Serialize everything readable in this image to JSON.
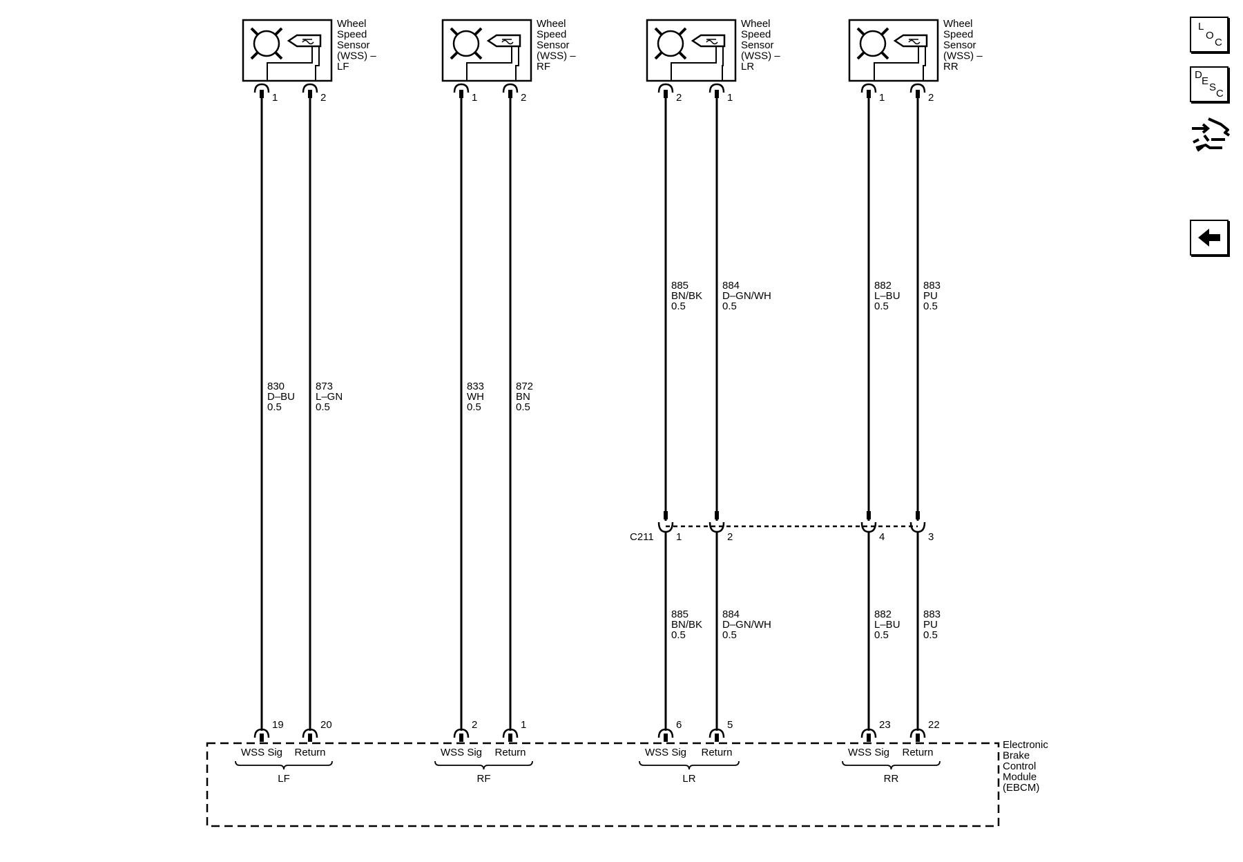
{
  "sensors": [
    {
      "id": "lf",
      "name": [
        "Wheel",
        "Speed",
        "Sensor",
        "(WSS) –",
        "LF"
      ],
      "wires": [
        {
          "pin": "1",
          "number": "830",
          "color": "D–BU",
          "gauge": "0.5",
          "ebcm_pin": "19"
        },
        {
          "pin": "2",
          "number": "873",
          "color": "L–GN",
          "gauge": "0.5",
          "ebcm_pin": "20"
        }
      ]
    },
    {
      "id": "rf",
      "name": [
        "Wheel",
        "Speed",
        "Sensor",
        "(WSS) –",
        "RF"
      ],
      "wires": [
        {
          "pin": "1",
          "number": "833",
          "color": "WH",
          "gauge": "0.5",
          "ebcm_pin": "2"
        },
        {
          "pin": "2",
          "number": "872",
          "color": "BN",
          "gauge": "0.5",
          "ebcm_pin": "1"
        }
      ]
    },
    {
      "id": "lr",
      "name": [
        "Wheel",
        "Speed",
        "Sensor",
        "(WSS) –",
        "LR"
      ],
      "wires": [
        {
          "pin": "2",
          "number": "885",
          "color": "BN/BK",
          "gauge": "0.5",
          "c211_pin": "1",
          "ebcm_pin": "6"
        },
        {
          "pin": "1",
          "number": "884",
          "color": "D–GN/WH",
          "gauge": "0.5",
          "c211_pin": "2",
          "ebcm_pin": "5"
        }
      ]
    },
    {
      "id": "rr",
      "name": [
        "Wheel",
        "Speed",
        "Sensor",
        "(WSS) –",
        "RR"
      ],
      "wires": [
        {
          "pin": "1",
          "number": "882",
          "color": "L–BU",
          "gauge": "0.5",
          "c211_pin": "4",
          "ebcm_pin": "23"
        },
        {
          "pin": "2",
          "number": "883",
          "color": "PU",
          "gauge": "0.5",
          "c211_pin": "3",
          "ebcm_pin": "22"
        }
      ]
    }
  ],
  "connector_c211": "C211",
  "ebcm": {
    "name": [
      "Electronic",
      "Brake",
      "Control",
      "Module",
      "(EBCM)"
    ],
    "sig_label": "WSS Sig",
    "return_label": "Return",
    "groups": [
      "LF",
      "RF",
      "LR",
      "RR"
    ]
  },
  "sidebar": {
    "loc": [
      "L",
      "O",
      "C"
    ],
    "desc": [
      "D",
      "E",
      "S",
      "C"
    ]
  },
  "colors": {
    "ink": "#000000",
    "background": "#ffffff"
  }
}
